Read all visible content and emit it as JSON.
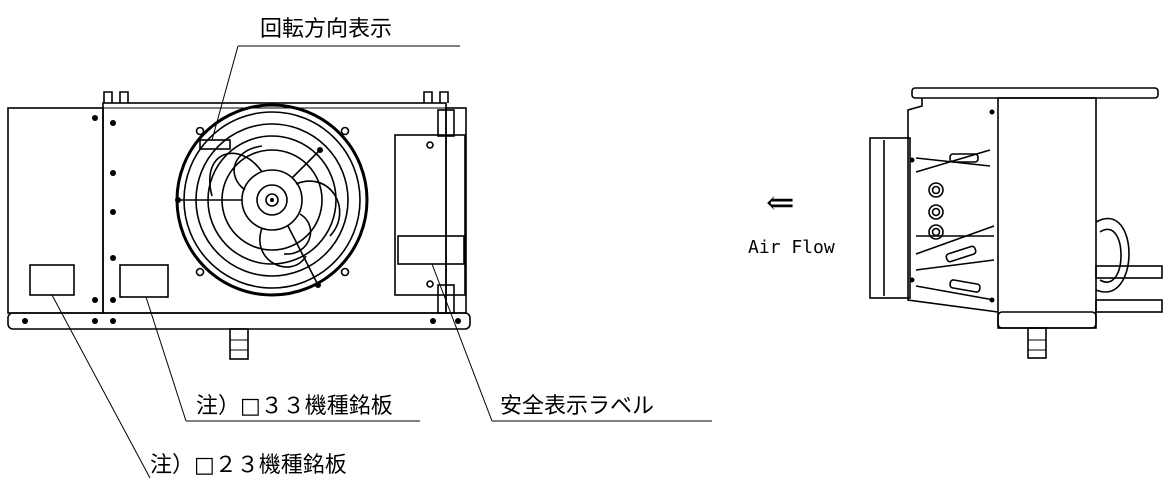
{
  "labels": {
    "rotation": "回転方向表示",
    "nameplate33": "注）□３３機種銘板",
    "safety": "安全表示ラベル",
    "nameplate23": "注）□２３機種銘板",
    "airflow": "Air Flow",
    "arrow": "⇐"
  }
}
